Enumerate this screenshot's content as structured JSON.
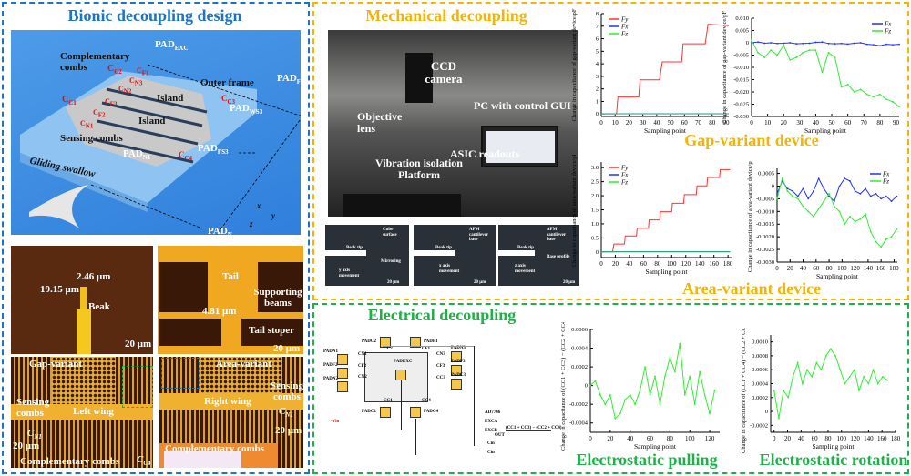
{
  "bionic": {
    "title": "Bionic decoupling design",
    "labels": {
      "pad_exc": "PAD",
      "pad_exc_sub": "EXC",
      "comp_combs": "Complementary combs",
      "outer_frame": "Outer frame",
      "island1": "Island",
      "island2": "Island",
      "sensing_combs": "Sensing combs",
      "pad_f": "PAD",
      "pad_f_sub": "F",
      "pad_w": "PAD",
      "pad_w_sub": "WS3",
      "pad_f3": "PAD",
      "pad_f3_sub": "FS3",
      "pad_n1": "PAD",
      "pad_n1_sub": "N1",
      "pad_n": "PAD",
      "pad_n_sub": "N",
      "swallow": "Gliding swallow",
      "cc1": "C",
      "cc1_sub": "C1",
      "cc2": "C",
      "cc2_sub": "C2",
      "cc3": "C",
      "cc3_sub": "C3",
      "cc4": "C",
      "cc4_sub": "C4",
      "cf1": "C",
      "cf1_sub": "F1",
      "cn3": "C",
      "cn3_sub": "N3",
      "cn2": "C",
      "cn2_sub": "N2",
      "cf3": "C",
      "cf3_sub": "F3",
      "cf2": "C",
      "cf2_sub": "F2",
      "cn1": "C",
      "cn1_sub": "N1",
      "ax_x": "x",
      "ax_y": "y",
      "ax_z": "z"
    },
    "micro": {
      "beak_w": "2.46 μm",
      "beak_l": "19.15 μm",
      "beak": "Beak",
      "scale1": "20 μm",
      "tail": "Tail",
      "supporting": "Supporting beams",
      "gap": "4.81 μm",
      "tail_stoper": "Tail stoper",
      "scale2": "20 μm",
      "gap_variant": "Gap-variant",
      "sensing_l": "Sensing combs",
      "left_wing": "Left wing",
      "cn1_l": "C",
      "cn1_l_sub": "N1",
      "scale3": "20 μm",
      "comp_l": "Complementary combs",
      "cc4_l": "C",
      "cc4_l_sub": "C4",
      "area_variant": "Area-variant",
      "right_wing": "Right wing",
      "sensing_r": "Sensing combs",
      "cn1_r": "C",
      "cn1_r_sub": "N1",
      "scale4": "20 μm",
      "comp_r": "Complementary combs"
    }
  },
  "mechanical": {
    "title": "Mechanical decoupling",
    "photo": {
      "ccd": "CCD camera",
      "pc": "PC with control GUI",
      "objective": "Objective lens",
      "asic": "ASIC readouts",
      "platform": "Vibration isolation Platform"
    },
    "small": [
      {
        "a": "Cube surface",
        "b": "Beak tip",
        "c": "Mirroring",
        "d": "y axis movement",
        "s": "20 μm"
      },
      {
        "a": "AFM cantilever base",
        "b": "Beak tip",
        "c": "",
        "d": "x axis movement",
        "s": "20 μm"
      },
      {
        "a": "AFM cantilever base",
        "b": "Beak tip",
        "c": "Base profile",
        "d": "z axis movement",
        "s": "20 μm"
      }
    ],
    "gap_title": "Gap-variant device",
    "area_title": "Area-variant device"
  },
  "electrical": {
    "title": "Electrical decoupling",
    "circuit": {
      "pad_exc": "PADEXC",
      "pads": [
        "PADC2",
        "PADF1",
        "PADN1",
        "PADF2",
        "PADN2",
        "PADN3",
        "PADF3",
        "PADC3",
        "PADC1",
        "PADC4"
      ],
      "caps": [
        "CC2",
        "CF1",
        "CN1",
        "CF2",
        "CN2",
        "CN3",
        "CF3",
        "CC3",
        "CC1",
        "CC4"
      ],
      "vin": "-Vin",
      "chip": "AD7746",
      "excA": "EXCA",
      "excB": "EXCB",
      "out": "OUT",
      "formula": "(CC1 + CC3) − (CC2 + CC4)",
      "cin1": "Cin",
      "cin2": "Cin"
    },
    "pull_title": "Electrostatic pulling",
    "rot_title": "Electrostatic rotation"
  },
  "colors": {
    "blue": "#1b74c4",
    "yellow": "#f5b400",
    "green": "#20b04a",
    "red": "#ff3030",
    "series_blue": "#2030ff",
    "series_green": "#30ee30"
  },
  "chart_data": [
    {
      "id": "gap_y",
      "type": "line",
      "xlabel": "Sampling point",
      "ylabel": "Change in capacitance of gap-variant device/pF",
      "xlim": [
        0,
        92
      ],
      "ylim": [
        -0.2,
        8
      ],
      "xticks": [
        0,
        10,
        20,
        30,
        40,
        50,
        60,
        70,
        80,
        90
      ],
      "yticks": [
        0,
        1,
        2,
        3,
        4,
        5,
        6,
        7,
        8
      ],
      "legend": [
        "Fy",
        "Fx",
        "Fz"
      ],
      "legend_pos": "top-left",
      "series": [
        {
          "name": "Fy",
          "color": "#ff3030",
          "x": [
            0,
            11,
            12,
            27,
            28,
            42,
            44,
            58,
            59,
            75,
            77,
            92
          ],
          "y": [
            0,
            0,
            1.35,
            1.35,
            2.72,
            2.72,
            4.15,
            4.15,
            5.6,
            5.6,
            7.15,
            7.05
          ]
        },
        {
          "name": "Fx",
          "color": "#2030ff",
          "x": [
            0,
            92
          ],
          "y": [
            0.02,
            0.02
          ]
        },
        {
          "name": "Fz",
          "color": "#30ee30",
          "x": [
            0,
            92
          ],
          "y": [
            0,
            0
          ]
        }
      ]
    },
    {
      "id": "gap_xz",
      "type": "line",
      "xlabel": "Sampling point",
      "ylabel": "Change in capacitance of gap-variant device/pF",
      "xlim": [
        0,
        92
      ],
      "ylim": [
        -0.03,
        0.01
      ],
      "xticks": [
        0,
        10,
        20,
        30,
        40,
        50,
        60,
        70,
        80,
        90
      ],
      "yticks": [
        0.01,
        0.005,
        0,
        -0.005,
        -0.01,
        -0.015,
        -0.02,
        -0.025,
        -0.03
      ],
      "ytick_labels": [
        "0.010",
        "0.005",
        "0",
        "-0.005",
        "-0.010",
        "-0.015",
        "-0.020",
        "-0.025",
        "-0.030"
      ],
      "legend": [
        "Fx",
        "Fz"
      ],
      "legend_pos": "top-right",
      "series": [
        {
          "name": "Fx",
          "color": "#2030ff",
          "x0": 0,
          "dx": 4,
          "y": [
            0,
            0.0003,
            -0.0002,
            0,
            -0.0003,
            -0.0002,
            0,
            -0.0004,
            -0.0003,
            -0.0002,
            0.0002,
            0.0003,
            -0.0003,
            -0.0004,
            -0.0003,
            -0.0005,
            -0.0002,
            0,
            -0.0006,
            -0.0008,
            -0.0012,
            -0.0006,
            -0.0008,
            -0.0006
          ]
        },
        {
          "name": "Fz",
          "color": "#30ee30",
          "x0": 0,
          "dx": 4,
          "y": [
            0.001,
            -0.004,
            -0.006,
            -0.003,
            -0.005,
            -0.001,
            -0.007,
            -0.006,
            -0.004,
            -0.003,
            -0.003,
            -0.012,
            -0.004,
            -0.006,
            -0.018,
            -0.017,
            -0.02,
            -0.019,
            -0.021,
            -0.022,
            -0.021,
            -0.023,
            -0.024,
            -0.026
          ]
        }
      ]
    },
    {
      "id": "area_y",
      "type": "line",
      "xlabel": "Sampling point",
      "ylabel": "Change in capacitance of area-variant device/pF",
      "xlim": [
        0,
        185
      ],
      "ylim": [
        -0.2,
        3.2
      ],
      "xticks": [
        0,
        20,
        40,
        60,
        80,
        100,
        120,
        140,
        160,
        180
      ],
      "yticks": [
        0,
        0.5,
        1,
        1.5,
        2,
        2.5,
        3
      ],
      "ytick_labels": [
        "0",
        "0.5",
        "1.0",
        "1.5",
        "2.0",
        "2.5",
        "3.0"
      ],
      "legend": [
        "Fy",
        "Fx",
        "Fz"
      ],
      "legend_pos": "top-left",
      "series": [
        {
          "name": "Fy",
          "color": "#ff3030",
          "x": [
            0,
            16,
            18,
            33,
            34,
            50,
            51,
            67,
            68,
            83,
            84,
            100,
            101,
            117,
            118,
            135,
            136,
            150,
            151,
            168,
            169,
            183
          ],
          "y": [
            0,
            0,
            0.28,
            0.28,
            0.57,
            0.57,
            0.85,
            0.85,
            1.14,
            1.14,
            1.43,
            1.43,
            1.73,
            1.73,
            2.04,
            2.04,
            2.35,
            2.35,
            2.65,
            2.65,
            2.93,
            2.93
          ]
        },
        {
          "name": "Fx",
          "color": "#2030ff",
          "x": [
            0,
            183
          ],
          "y": [
            0.01,
            0.01
          ]
        },
        {
          "name": "Fz",
          "color": "#30ee30",
          "x": [
            0,
            183
          ],
          "y": [
            0,
            0
          ]
        }
      ]
    },
    {
      "id": "area_xz",
      "type": "line",
      "xlabel": "Sampling point",
      "ylabel": "Change in capacitance of area-variant device/pF",
      "xlim": [
        0,
        185
      ],
      "ylim": [
        -0.003,
        0.0007
      ],
      "xticks": [
        0,
        20,
        40,
        60,
        80,
        100,
        120,
        140,
        160,
        180
      ],
      "yticks": [
        0.0005,
        0,
        -0.0005,
        -0.001,
        -0.0015,
        -0.002,
        -0.0025,
        -0.003
      ],
      "ytick_labels": [
        "0.0005",
        "0",
        "-0.0005",
        "-0.0010",
        "-0.0015",
        "-0.0020",
        "-0.0025",
        "-0.0030"
      ],
      "legend": [
        "Fx",
        "Fz"
      ],
      "legend_pos": "top-right",
      "series": [
        {
          "name": "Fx",
          "color": "#2030ff",
          "x0": 0,
          "dx": 8,
          "y": [
            -0.0003,
            0.0002,
            -0.0001,
            -0.0002,
            -0.0004,
            -0.0001,
            -0.0005,
            -0.0002,
            0.0003,
            -0.0001,
            -0.0004,
            -0.0006,
            0,
            0.0003,
            0.0002,
            -0.0002,
            -0.0003,
            -0.0001,
            -0.0004,
            -0.0003,
            -0.0005,
            -0.0004,
            -0.0006,
            -0.0004
          ]
        },
        {
          "name": "Fz",
          "color": "#30ee30",
          "x0": 0,
          "dx": 8,
          "y": [
            -0.0005,
            0.0003,
            -0.0002,
            -0.0004,
            -0.0005,
            -0.0008,
            -0.001,
            -0.0012,
            -0.0009,
            -0.0006,
            -0.0003,
            -0.0008,
            -0.001,
            -0.0015,
            -0.0012,
            -0.0014,
            -0.0013,
            -0.0011,
            -0.0018,
            -0.0022,
            -0.0024,
            -0.0021,
            -0.002,
            -0.0017
          ]
        }
      ]
    },
    {
      "id": "pull",
      "type": "line",
      "xlabel": "Sampling point",
      "ylabel": "Change in capacitance of (CC1 + CC3) − (CC2 + CC4)/pF",
      "xlim": [
        0,
        130
      ],
      "ylim": [
        -0.0005,
        0.0006
      ],
      "xticks": [
        0,
        20,
        40,
        60,
        80,
        100,
        120
      ],
      "yticks": [
        0.0006,
        0.0004,
        0.0002,
        0,
        -0.0002,
        -0.0004
      ],
      "ytick_labels": [
        "0.0006",
        "0.0004",
        "0.0002",
        "0",
        "-0.0002",
        "-0.0004"
      ],
      "legend": [],
      "series": [
        {
          "name": "diff",
          "color": "#30ee30",
          "x0": 0,
          "dx": 5,
          "y": [
            0,
            5e-05,
            -0.0001,
            -0.0002,
            -0.0001,
            -0.00035,
            -0.0003,
            -0.00015,
            -0.0001,
            -0.0002,
            -5e-05,
            0.0002,
            -0.0001,
            0.0001,
            -0.0002,
            0.0001,
            0.0003,
            0.00015,
            0.00045,
            -0.0001,
            0.0001,
            -0.0002,
            0.00015,
            -0.0001,
            -0.0003,
            -5e-05
          ]
        }
      ]
    },
    {
      "id": "rot",
      "type": "line",
      "xlabel": "Sampling point",
      "ylabel": "Change in capacitance of (CC1 + CC4) − (CC2 + CC3)/pF",
      "xlim": [
        -5,
        180
      ],
      "ylim": [
        -0.0003,
        0.0011
      ],
      "xticks": [
        0,
        20,
        40,
        60,
        80,
        100,
        120,
        140,
        160,
        180
      ],
      "yticks": [
        0.001,
        0.0008,
        0.0006,
        0.0004,
        0.0002,
        0,
        -0.0002
      ],
      "ytick_labels": [
        "0.0010",
        "0.0008",
        "0.0006",
        "0.0004",
        "0.0002",
        "0",
        "-0.0002"
      ],
      "legend": [],
      "series": [
        {
          "name": "sum",
          "color": "#30ee30",
          "x0": 0,
          "dx": 7,
          "y": [
            0.0003,
            -0.0001,
            0.0003,
            0.0002,
            0.0005,
            0.0007,
            0.0004,
            0.0006,
            0.0005,
            0.0007,
            0.0006,
            0.0008,
            0.0009,
            0.0008,
            0.0006,
            0.0004,
            0.0005,
            0.0006,
            0.0003,
            0.0005,
            0.0004,
            0.0006,
            0.0004,
            0.0005,
            0.00045
          ]
        }
      ]
    }
  ]
}
